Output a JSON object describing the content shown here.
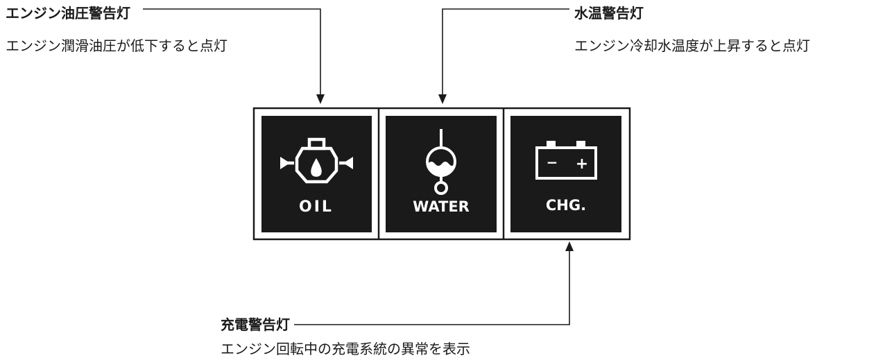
{
  "oil_warning": {
    "title": "エンジン油圧警告灯",
    "description": "エンジン潤滑油圧が低下すると点灯"
  },
  "water_warning": {
    "title": "水温警告灯",
    "description": "エンジン冷却水温度が上昇すると点灯"
  },
  "charge_warning": {
    "title": "充電警告灯",
    "description": "エンジン回転中の充電系統の異常を表示"
  },
  "panel": {
    "oil_label": "OIL",
    "water_label": "WATER",
    "charge_label": "CHG.",
    "battery_minus": "−",
    "battery_plus": "+",
    "background_color": "#1a1a1a",
    "symbol_color": "#ffffff"
  }
}
